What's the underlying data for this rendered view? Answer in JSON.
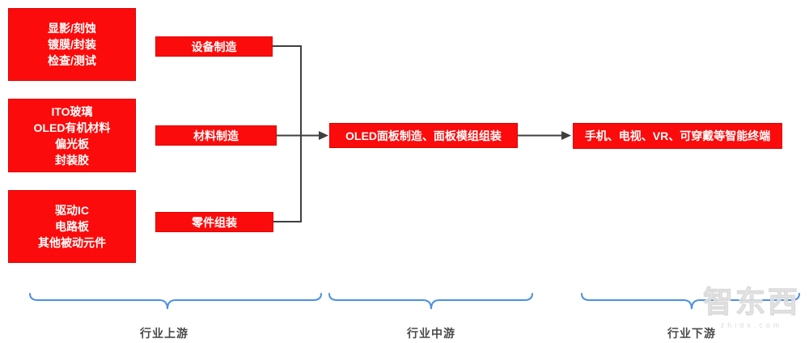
{
  "upstream": {
    "detail_boxes": [
      {
        "lines": [
          "显影/刻蚀",
          "镀膜/封装",
          "检查/测试"
        ]
      },
      {
        "lines": [
          "ITO玻璃",
          "OLED有机材料",
          "偏光板",
          "封装胶"
        ]
      },
      {
        "lines": [
          "驱动IC",
          "电路板",
          "其他被动元件"
        ]
      }
    ],
    "category_boxes": [
      {
        "label": "设备制造"
      },
      {
        "label": "材料制造"
      },
      {
        "label": "零件组装"
      }
    ]
  },
  "midstream": {
    "box_label": "OLED面板制造、面板模组组装"
  },
  "downstream": {
    "box_label": "手机、电视、VR、可穿戴等智能终端"
  },
  "section_labels": {
    "upstream": "行业上游",
    "midstream": "行业中游",
    "downstream": "行业下游"
  },
  "watermark": {
    "brand": "智东西",
    "domain": "zhidx.com"
  },
  "colors": {
    "box_fill": "#fb0b0b",
    "box_border": "#e00000",
    "box_text": "#ffffff",
    "connector": "#3f3f3f",
    "brace": "#4a90e2",
    "section_label_text": "#4a4a4a",
    "watermark_gray": "#dcdcdc",
    "background": "#ffffff"
  }
}
